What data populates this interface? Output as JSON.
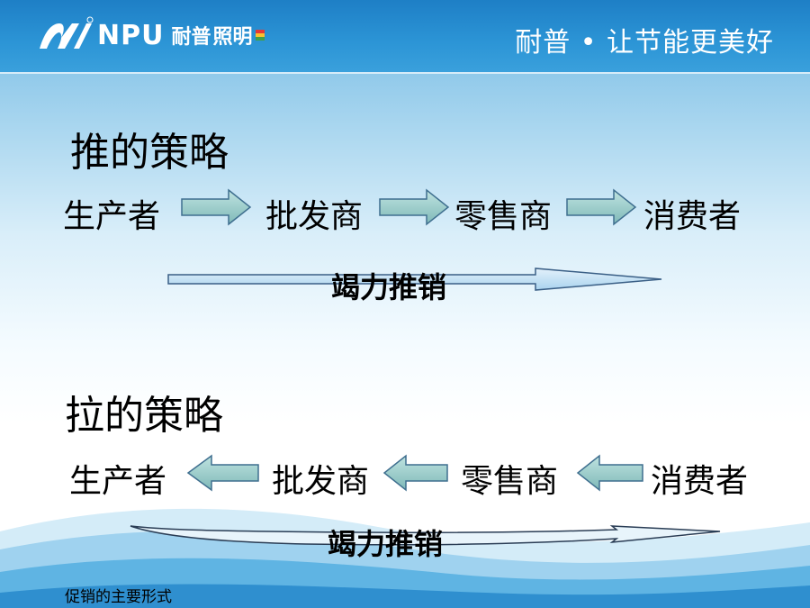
{
  "header": {
    "logo_latin": "NPU",
    "logo_cn": "耐普",
    "logo_cn2": "照明",
    "slogan": "耐普 • 让节能更美好",
    "colors": {
      "bar": "#2c95d6",
      "accent": "#e53935"
    }
  },
  "push": {
    "heading": "推的策略",
    "nodes": [
      "生产者",
      "批发商",
      "零售商",
      "消费者"
    ],
    "effort_label": "竭力推销"
  },
  "pull": {
    "heading": "拉的策略",
    "nodes": [
      "生产者",
      "批发商",
      "零售商",
      "消费者"
    ],
    "effort_label": "竭力推销"
  },
  "footer": {
    "caption": "促销的主要形式"
  }
}
